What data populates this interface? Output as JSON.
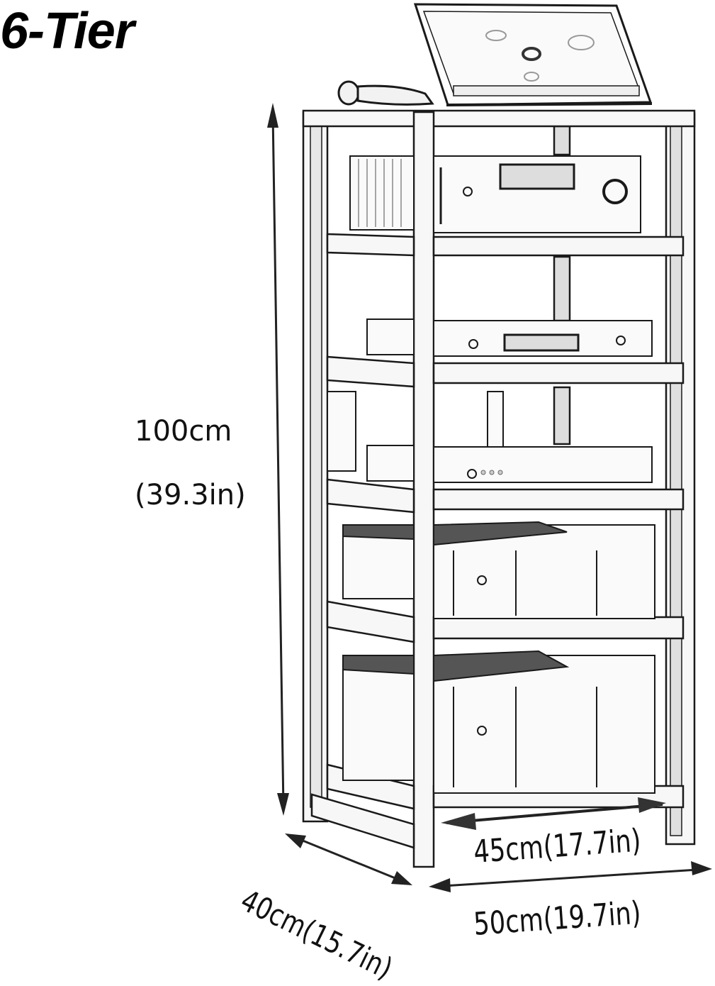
{
  "title": "6-Tier",
  "dimensions": {
    "height_cm": "100cm",
    "height_in": "(39.3in)",
    "depth": "40cm(15.7in)",
    "inner_width": "45cm(17.7in)",
    "outer_width": "50cm(19.7in)"
  },
  "product": {
    "tiers": 6,
    "items_on_shelves": [
      "laptop",
      "microphone",
      "av-receiver",
      "cd-player",
      "dac-preamp",
      "power-amplifier",
      "power-amplifier"
    ]
  },
  "colors": {
    "line": "#1a1a1a",
    "frame_fill": "#f7f7f7",
    "dark_detail": "#333333"
  }
}
